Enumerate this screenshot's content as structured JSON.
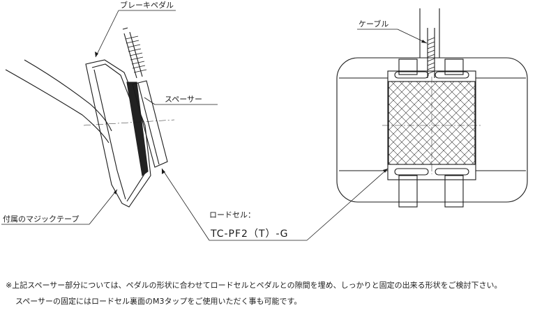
{
  "labels": {
    "brake_pedal": "ブレーキペダル",
    "spacer": "スペーサー",
    "magic_tape": "付属のマジックテープ",
    "load_cell": "ロードセル：",
    "model": "TC-PF2（T）-G",
    "cable": "ケーブル"
  },
  "notes": {
    "line1": "※上記スペーサー部分については、ペダルの形状に合わせてロードセルとペダルとの隙間を埋め、しっかりと固定の出来る形状をご検討下さい。",
    "line2": "スペーサーの固定にはロードセル裏面のM3タップをご使用いただく事も可能です。"
  }
}
